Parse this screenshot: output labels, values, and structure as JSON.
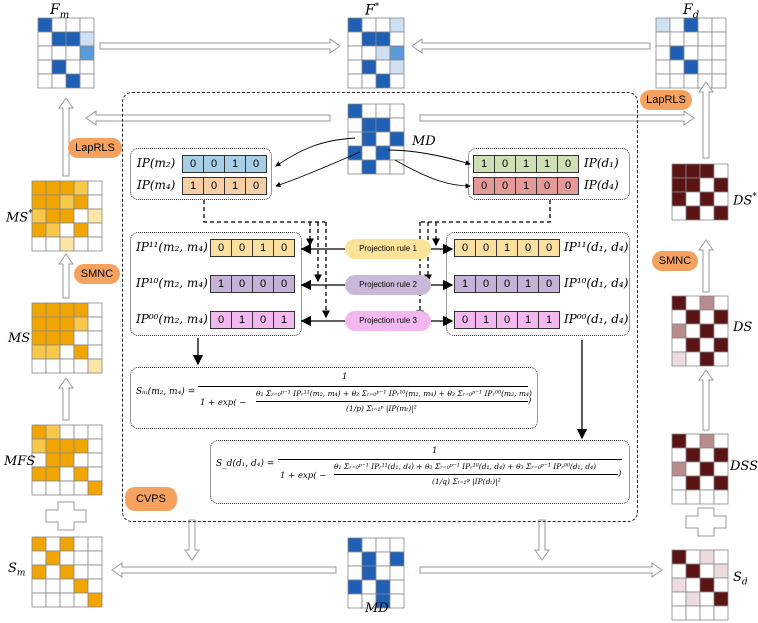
{
  "labels": {
    "fm": "F_m",
    "fstar": "F*",
    "fd": "F_d",
    "md_top": "MD",
    "md_bottom": "MD",
    "ms_star": "MS*",
    "ms": "MS",
    "mfs": "MFS",
    "sm": "S_m",
    "ds_star": "DS*",
    "ds": "DS",
    "dss": "DSS",
    "sd": "S_d"
  },
  "pills": {
    "laprls_left": "LapRLS",
    "laprls_right": "LapRLS",
    "smnc_left": "SMNC",
    "smnc_right": "SMNC",
    "cvps": "CVPS"
  },
  "rules": {
    "rule1": "Projection rule 1",
    "rule2": "Projection rule 2",
    "rule3": "Projection rule 3"
  },
  "vectors": {
    "ip_m2": {
      "label": "IP(m₂)",
      "values": [
        "0",
        "0",
        "1",
        "0"
      ]
    },
    "ip_m4": {
      "label": "IP(m₄)",
      "values": [
        "1",
        "0",
        "1",
        "0"
      ]
    },
    "ip_d1": {
      "label": "IP(d₁)",
      "values": [
        "1",
        "0",
        "1",
        "1",
        "0"
      ]
    },
    "ip_d4": {
      "label": "IP(d₄)",
      "values": [
        "0",
        "0",
        "1",
        "0",
        "0"
      ]
    },
    "ip11_m": {
      "label": "IP¹¹(m₂, m₄)",
      "values": [
        "0",
        "0",
        "1",
        "0"
      ]
    },
    "ip10_m": {
      "label": "IP¹⁰(m₂, m₄)",
      "values": [
        "1",
        "0",
        "0",
        "0"
      ]
    },
    "ip00_m": {
      "label": "IP⁰⁰(m₂, m₄)",
      "values": [
        "0",
        "1",
        "0",
        "1"
      ]
    },
    "ip11_d": {
      "label": "IP¹¹(d₁, d₄)",
      "values": [
        "0",
        "0",
        "1",
        "0",
        "0"
      ]
    },
    "ip10_d": {
      "label": "IP¹⁰(d₁, d₄)",
      "values": [
        "1",
        "0",
        "0",
        "1",
        "0"
      ]
    },
    "ip00_d": {
      "label": "IP⁰⁰(d₁, d₄)",
      "values": [
        "0",
        "1",
        "0",
        "1",
        "1"
      ]
    }
  },
  "formulas": {
    "sm_lhs": "Sₘ(m₂, m₄) =",
    "sm_one": "1",
    "sm_den_left": "1 + exp( −",
    "sm_num": "θ₁ Σᵣ₌₀ᵖ⁻¹ IPᵣ¹¹(m₂, m₄) + θ₂ Σᵣ₌₀ᵖ⁻¹ IPᵣ¹⁰(m₂, m₄) + θ₃ Σᵣ₌₀ᵖ⁻¹ IPᵣ⁰⁰(m₂, m₄)",
    "sm_den": "(1/p) Σₜ₌₁ᵖ |IP(mₜ)|²",
    "sm_close": ")",
    "sd_lhs": "S_d(d₁, d₄) =",
    "sd_one": "1",
    "sd_den_left": "1 + exp( −",
    "sd_num": "θ₁ Σᵣ₌₀ᵖ⁻¹ IPᵣ¹¹(d₁, d₄) + θ₂ Σᵣ₌₀ᵖ⁻¹ IPᵣ¹⁰(d₁, d₄) + θ₃ Σᵣ₌₀ᵖ⁻¹ IPᵣ⁰⁰(d₁, d₄)",
    "sd_den": "(1/q) Σₜ₌₁ᵠ |IP(dₜ)|²",
    "sd_close": ")"
  },
  "colors": {
    "blue_dark": "#1f5fb4",
    "blue_mid": "#5a9ad8",
    "blue_light": "#cfe0f3",
    "yellow_dark": "#f0a500",
    "yellow_mid": "#f7c84a",
    "yellow_light": "#fbe6a6",
    "brown_dark": "#5a1414",
    "brown_mid": "#b88c8c",
    "brown_light": "#ecdcdc",
    "pill": "#f5a261",
    "vec_blue": "#a8cfe8",
    "vec_orange": "#f9cfa8",
    "vec_green": "#cfe0b5",
    "vec_red": "#e59a9a",
    "vec_yellow": "#fbe0a0",
    "vec_purple": "#c4b3d6",
    "vec_pink": "#f3b8ef",
    "rule1": "#fbe39a",
    "rule2": "#c9b8d9",
    "rule3": "#f4b8f0"
  }
}
